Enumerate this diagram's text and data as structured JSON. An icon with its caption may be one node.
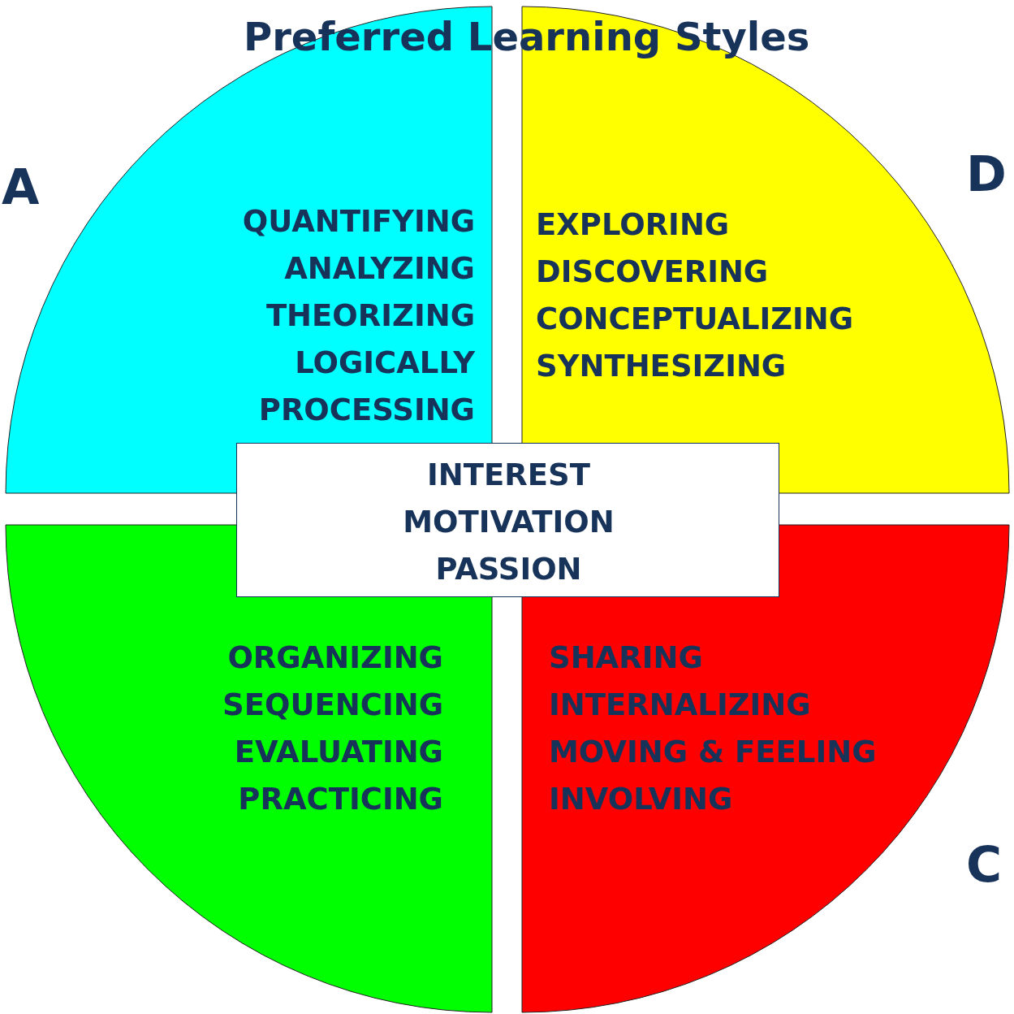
{
  "diagram": {
    "title": "Preferred Learning Styles",
    "nodes": [
      {
        "text": [
          "QUANTIFYING",
          "ANALYZING",
          "THEORIZING",
          "LOGICALLY PROCESSING"
        ]
      },
      {
        "text": [
          "EXPLORING",
          "DISCOVERING",
          "CONCEPTUALIZING",
          "SYNTHESIZING"
        ]
      },
      {
        "text": [
          "ORGANIZING",
          "SEQUENCING",
          "EVALUATING",
          "PRACTICING"
        ]
      },
      {
        "text": [
          "SHARING",
          "INTERNALIZING",
          "MOVING & FEELING",
          "INVOLVING"
        ]
      },
      {
        "text": [
          "INTEREST",
          "MOTIVATION",
          "PASSION"
        ]
      }
    ],
    "labels": [
      "A",
      "D",
      "C"
    ]
  }
}
